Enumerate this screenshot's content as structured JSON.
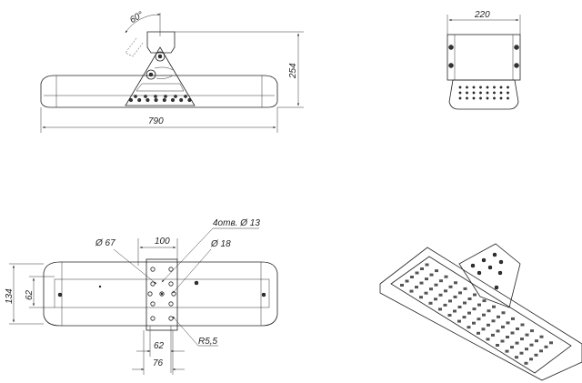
{
  "drawing": {
    "front_view": {
      "angle_label": "60°",
      "height_label": "254",
      "length_label": "790"
    },
    "side_view": {
      "width_label": "220"
    },
    "plan_view": {
      "plate_width_label": "100",
      "hole_dia_67_label": "Ø 67",
      "holes_label": "4отв. Ø 13",
      "hole_dia_18_label": "Ø 18",
      "body_width_label": "134",
      "inner_width_label": "62",
      "radius_label": "R5,5",
      "hole_spacing_label": "62",
      "plate_span_label": "76"
    }
  }
}
